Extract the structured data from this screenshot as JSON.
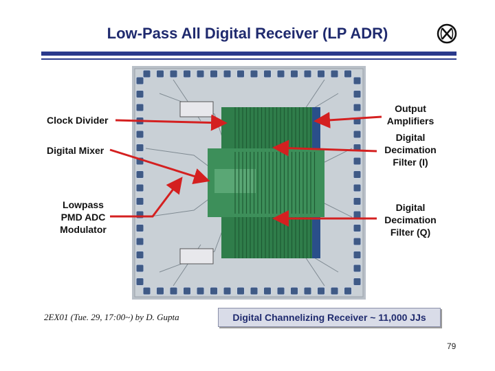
{
  "slide": {
    "title": "Low-Pass All Digital Receiver (LP ADR)",
    "page_number": "79"
  },
  "labels": {
    "clock_divider": "Clock Divider",
    "digital_mixer": "Digital Mixer",
    "lowpass_modulator": [
      "Lowpass",
      "PMD ADC",
      "Modulator"
    ],
    "output_amplifiers": [
      "Output",
      "Amplifiers"
    ],
    "decimation_i": [
      "Digital",
      "Decimation",
      "Filter (I)"
    ],
    "decimation_q": [
      "Digital",
      "Decimation",
      "Filter (Q)"
    ]
  },
  "reference": "2EX01 (Tue. 29, 17:00~) by D. Gupta",
  "caption": "Digital Channelizing Receiver ~ 11,000 JJs",
  "colors": {
    "arrow": "#d42020",
    "title": "#1f2a6e",
    "rule": "#2a3a8c"
  }
}
